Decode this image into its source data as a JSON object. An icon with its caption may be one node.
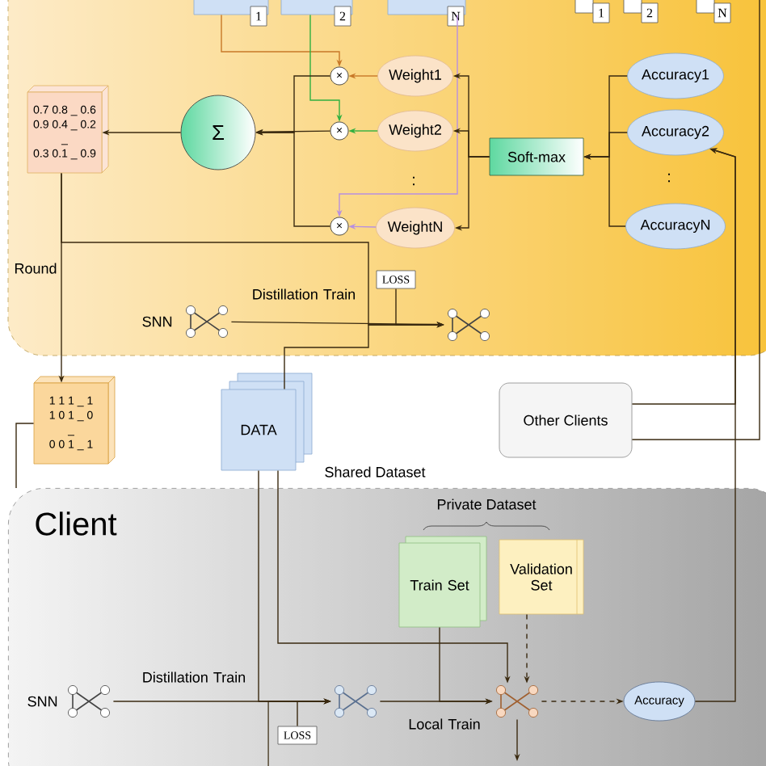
{
  "diagram": {
    "nodes": [
      {
        "text": [
          "1"
        ]
      },
      {
        "text": [
          "2"
        ]
      },
      {
        "text": [
          "N"
        ]
      },
      {
        "text": [
          "×"
        ]
      },
      {
        "text": [
          "×"
        ]
      },
      {
        "text": [
          "×"
        ]
      },
      {
        "text": [
          "Weight1"
        ]
      },
      {
        "text": [
          "Weight2"
        ]
      },
      {
        "text": [
          "WeightN"
        ]
      },
      {
        "text": [
          "Soft-max"
        ]
      },
      {
        "text": [
          "Accuracy1"
        ]
      },
      {
        "text": [
          "Accuracy2"
        ]
      },
      {
        "text": [
          "AccuracyN"
        ]
      },
      {
        "text": [
          "Σ"
        ]
      },
      {
        "text": [
          "0.7 0.8 _ 0.6",
          "0.9 0.4 _ 0.2",
          "_",
          "0.3 0.1 _ 0.9"
        ]
      },
      {
        "text": [],
        "shape": "network",
        "beside": [
          "SNN"
        ]
      },
      {
        "text": [
          "LOSS"
        ]
      },
      {
        "text": [],
        "shape": "network"
      },
      {
        "text": [
          "1 1 1 _ 1",
          "1 0 1 _ 0",
          "_",
          "0 0 1 _ 1"
        ]
      },
      {
        "text": [
          "DATA"
        ],
        "beside": [
          "Shared Dataset"
        ]
      },
      {
        "text": [
          "Other Clients"
        ]
      },
      {
        "text": [
          "Client"
        ]
      },
      {
        "text": [
          "Train Set"
        ],
        "in": 21
      },
      {
        "text": [
          "Validation Set"
        ],
        "in": 21
      },
      {
        "text": [],
        "shape": "network",
        "beside": [
          "SNN"
        ],
        "in": 21
      },
      {
        "text": [],
        "shape": "network",
        "in": 21
      },
      {
        "text": [],
        "shape": "network",
        "in": 21
      },
      {
        "text": [
          "LOSS"
        ],
        "in": 21
      },
      {
        "text": [
          "Accuracy"
        ],
        "in": 21
      }
    ],
    "edges": [
      {
        "from": 0,
        "to": 3,
        "arrow": "to",
        "color": "#c87828"
      },
      {
        "from": 1,
        "to": 4,
        "arrow": "to",
        "color": "#30b040"
      },
      {
        "from": 2,
        "to": 5,
        "arrow": "to",
        "color": "#b890e0"
      },
      {
        "from": 6,
        "to": 3,
        "arrow": "to",
        "color": "#c87828"
      },
      {
        "from": 7,
        "to": 4,
        "arrow": "to",
        "color": "#30b040"
      },
      {
        "from": 8,
        "to": 5,
        "arrow": "to",
        "color": "#b890e0"
      },
      {
        "from": 3,
        "to": 13,
        "arrow": "to"
      },
      {
        "from": 4,
        "to": 13,
        "arrow": "to"
      },
      {
        "from": 5,
        "to": 13,
        "arrow": "to"
      },
      {
        "from": 13,
        "to": 14,
        "arrow": "to"
      },
      {
        "from": 9,
        "to": 6,
        "arrow": "to"
      },
      {
        "from": 9,
        "to": 7,
        "arrow": "to"
      },
      {
        "from": 9,
        "to": 8,
        "arrow": "to"
      },
      {
        "from": 10,
        "to": 9,
        "arrow": "to"
      },
      {
        "from": 11,
        "to": 9,
        "arrow": "to"
      },
      {
        "from": 12,
        "to": 9,
        "arrow": "to"
      },
      {
        "from": 14,
        "to": 18,
        "arrow": "to",
        "label": "Round"
      },
      {
        "from": 14,
        "to": 17,
        "arrow": "to"
      },
      {
        "from": 15,
        "to": 17,
        "arrow": "to",
        "label": "Distillation Train"
      },
      {
        "from": 16,
        "to": 17,
        "arrow": "to"
      },
      {
        "from": 19,
        "to": 17,
        "arrow": "to"
      },
      {
        "from": 19,
        "to": 25,
        "arrow": "to"
      },
      {
        "from": 19,
        "to": 26,
        "arrow": "to"
      },
      {
        "from": 24,
        "to": 25,
        "arrow": "to",
        "label": "Distillation Train"
      },
      {
        "from": 27,
        "to": 25,
        "arrow": "to"
      },
      {
        "from": null,
        "to": 25,
        "arrow": "to"
      },
      {
        "from": 25,
        "to": 26,
        "arrow": "to",
        "label": "Local Train"
      },
      {
        "from": 22,
        "to": 26,
        "arrow": "to"
      },
      {
        "from": 23,
        "to": 26,
        "arrow": "to",
        "style": "dashed"
      },
      {
        "from": 26,
        "to": 28,
        "arrow": "to",
        "style": "dashed"
      },
      {
        "from": 26,
        "to": null,
        "arrow": "to"
      },
      {
        "from": 28,
        "to": 11,
        "arrow": "to"
      },
      {
        "from": 20,
        "to": 11,
        "arrow": "to"
      },
      {
        "from": 20,
        "to": null,
        "arrow": "none"
      },
      {
        "from": 18,
        "to": 21,
        "arrow": "none"
      }
    ],
    "labels": [
      "1",
      "2",
      "N",
      ":",
      ":",
      "Private Dataset"
    ]
  }
}
